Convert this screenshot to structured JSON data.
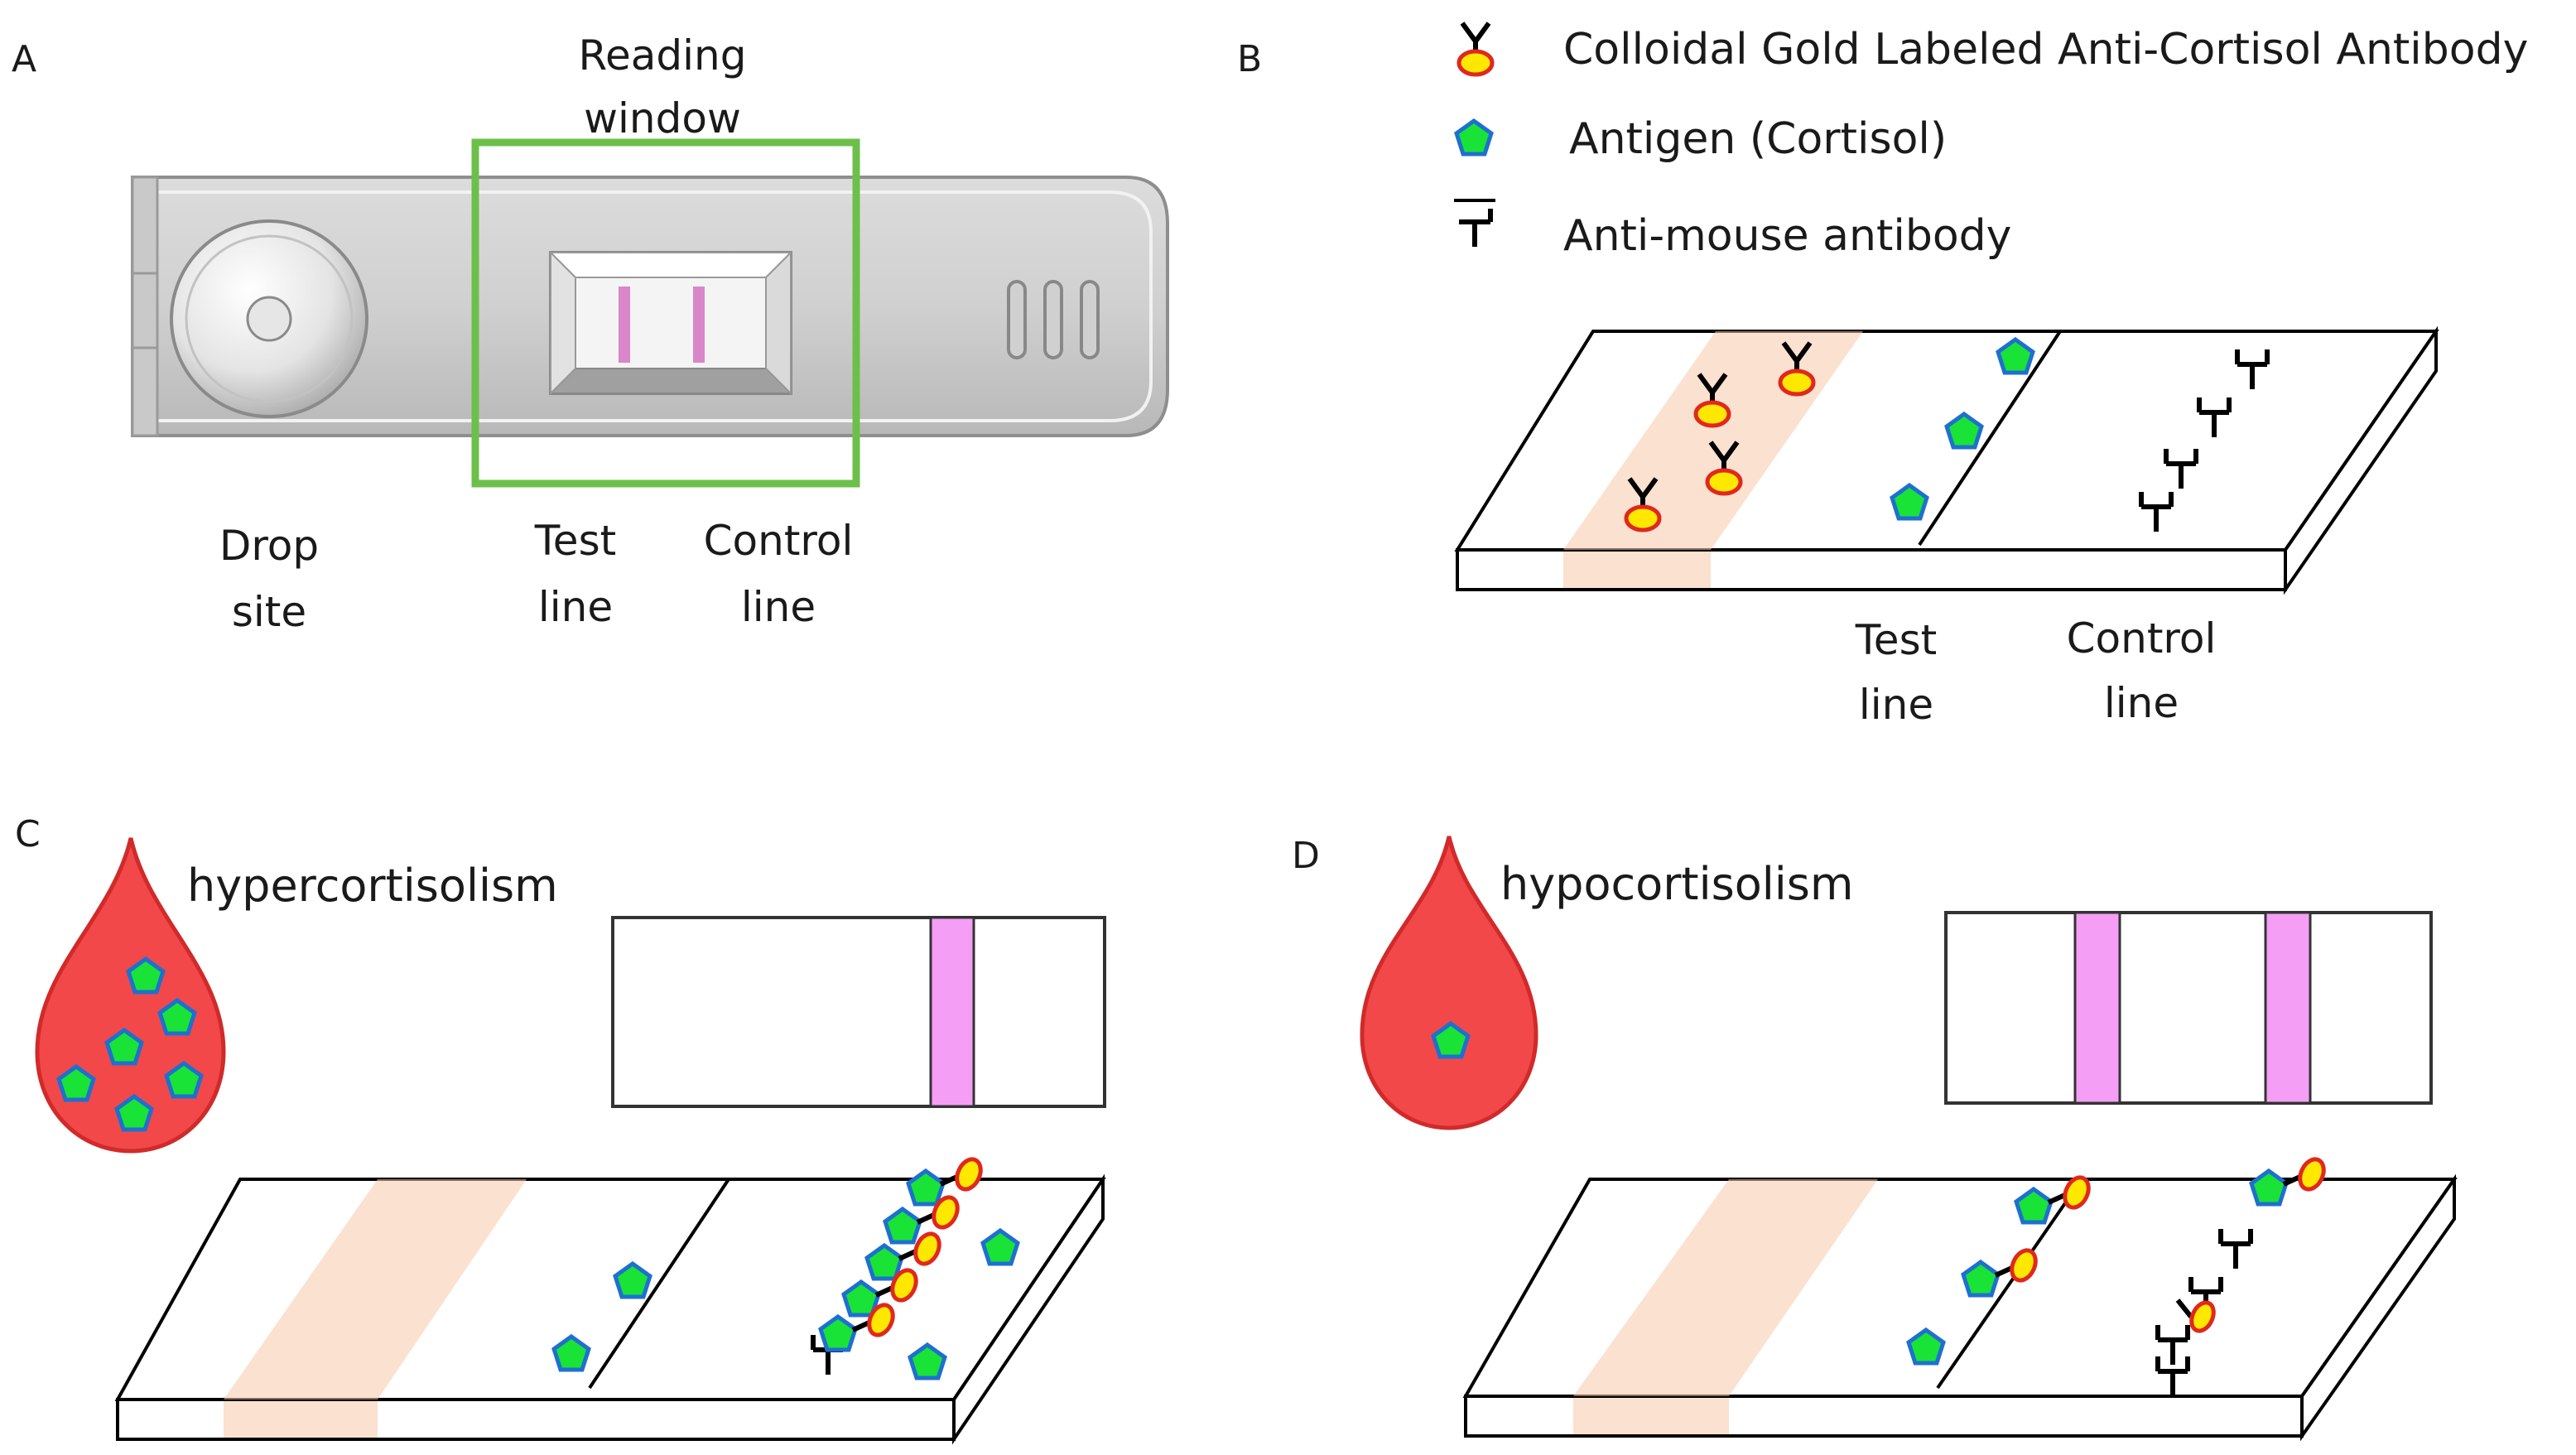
{
  "panels": {
    "A": {
      "letter": "A",
      "reading_window": [
        "Reading",
        "window"
      ],
      "drop_site": [
        "Drop",
        "site"
      ],
      "test_line": [
        "Test",
        "line"
      ],
      "control_line": [
        "Control",
        "line"
      ]
    },
    "B": {
      "letter": "B",
      "legend": [
        {
          "icon": "gold-antibody-icon",
          "label": "Colloidal Gold Labeled Anti-Cortisol Antibody"
        },
        {
          "icon": "cortisol-antigen-icon",
          "label": "Antigen (Cortisol)"
        },
        {
          "icon": "anti-mouse-antibody-icon",
          "label": "Anti-mouse antibody"
        }
      ],
      "test_line": [
        "Test",
        "line"
      ],
      "control_line": [
        "Control",
        "line"
      ]
    },
    "C": {
      "letter": "C",
      "condition": "hypercortisolism",
      "result_lines": 1
    },
    "D": {
      "letter": "D",
      "condition": "hypocortisolism",
      "result_lines": 2
    }
  },
  "colors": {
    "window_frame": "#6cc04a",
    "test_band": "#d987c9",
    "result_band": "#f59ef5",
    "blood": "#f2484a",
    "blood_edge": "#d12a2a",
    "antigen_fill": "#19e336",
    "antigen_edge": "#1f6fd1",
    "gold_fill": "#ffe800",
    "gold_edge": "#e0281c",
    "conjugate_pad": "#f7c9a8"
  }
}
